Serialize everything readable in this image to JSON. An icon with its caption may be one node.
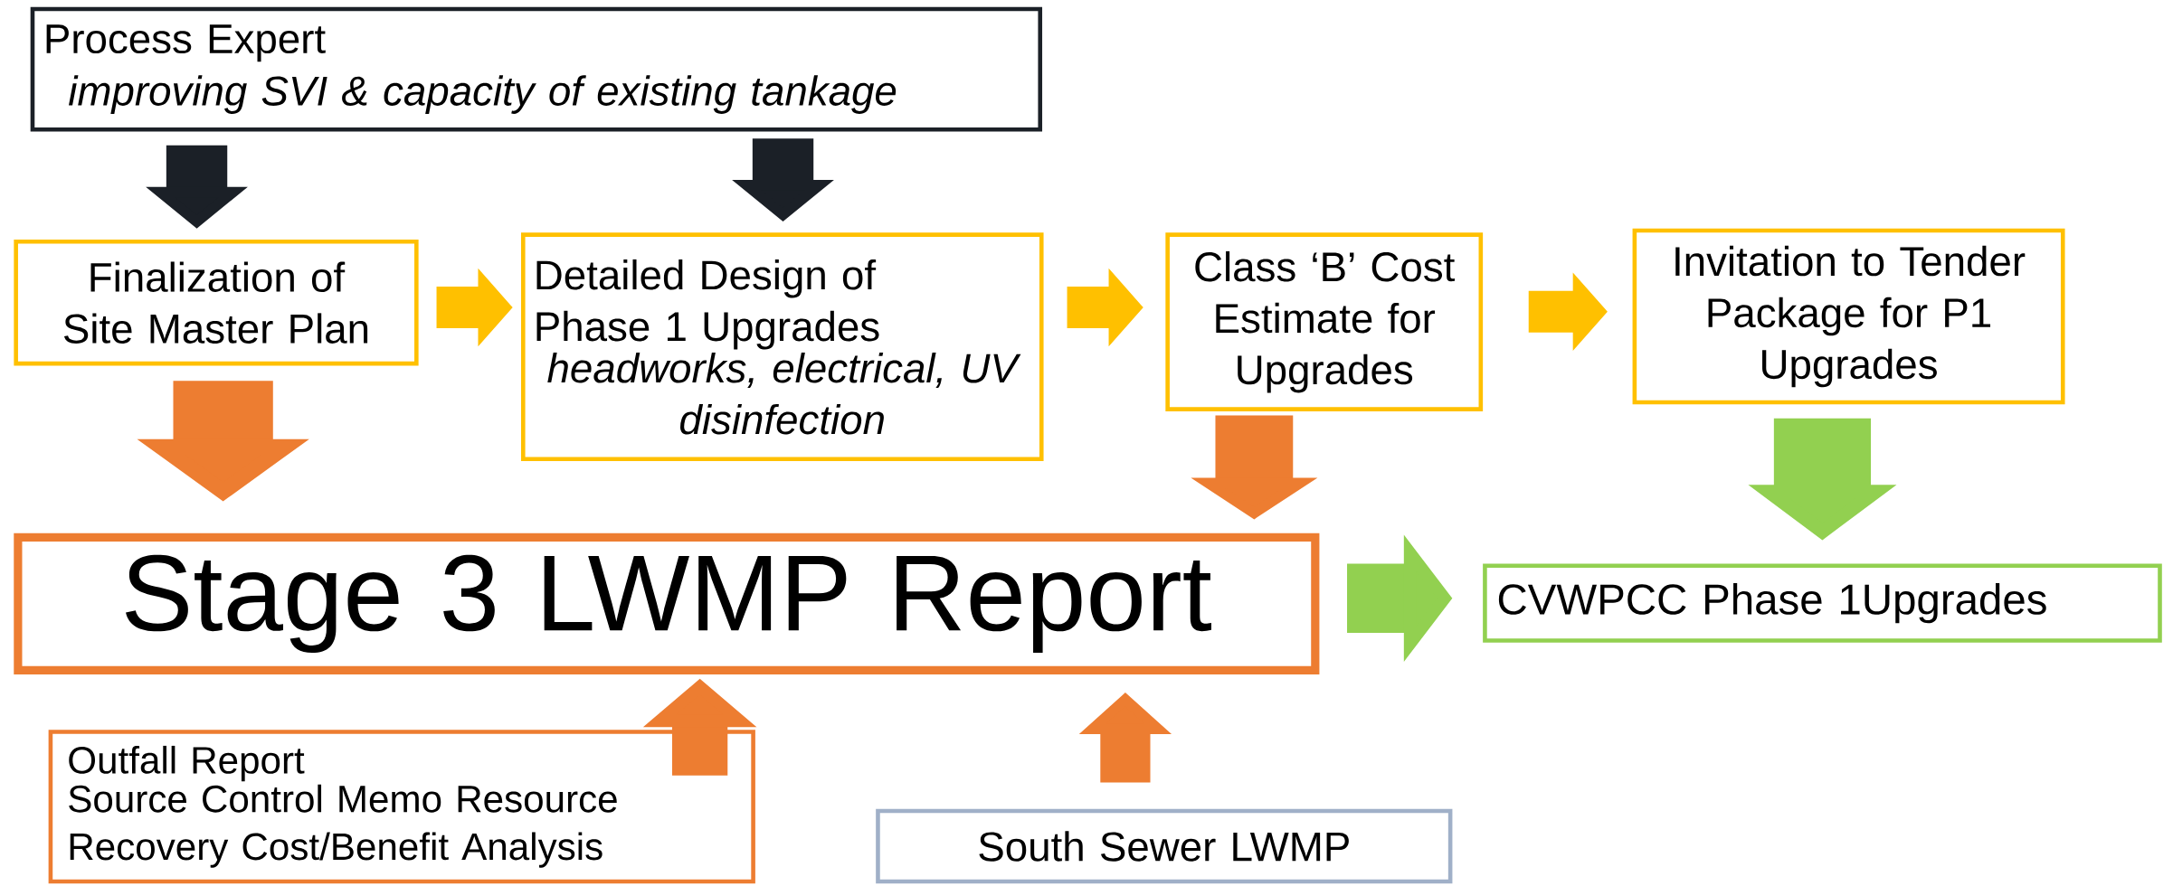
{
  "diagram": {
    "nodes": [
      {
        "text": [
          "Process Expert",
          "*improving SVI & capacity of existing tankage*"
        ]
      },
      {
        "text": [
          "Finalization of Site Master Plan"
        ]
      },
      {
        "text": [
          "Detailed Design of Phase 1 Upgrades",
          "*headworks, electrical, UV disinfection*"
        ]
      },
      {
        "text": [
          "Class ‘B’ Cost Estimate for Upgrades"
        ]
      },
      {
        "text": [
          "Invitation to Tender Package for P1 Upgrades"
        ]
      },
      {
        "text": [
          "Stage 3 LWMP Report"
        ]
      },
      {
        "text": [
          "CVWPCC Phase 1Upgrades"
        ]
      },
      {
        "text": [
          "Outfall Report",
          "Source Control Memo",
          "Resource Recovery Cost/Benefit Analysis"
        ]
      },
      {
        "text": [
          "South Sewer LWMP"
        ]
      }
    ],
    "edges": [
      {
        "from": 0,
        "to": 1,
        "arrow": "to",
        "color": "#1b2027"
      },
      {
        "from": 0,
        "to": 2,
        "arrow": "to",
        "color": "#1b2027"
      },
      {
        "from": 1,
        "to": 2,
        "arrow": "to",
        "color": "#ffc000"
      },
      {
        "from": 2,
        "to": 3,
        "arrow": "to",
        "color": "#ffc000"
      },
      {
        "from": 3,
        "to": 4,
        "arrow": "to",
        "color": "#ffc000"
      },
      {
        "from": 1,
        "to": 5,
        "arrow": "to",
        "color": "#ed7d31"
      },
      {
        "from": 3,
        "to": 5,
        "arrow": "to",
        "color": "#ed7d31"
      },
      {
        "from": 4,
        "to": 6,
        "arrow": "to",
        "color": "#92d050"
      },
      {
        "from": 5,
        "to": 6,
        "arrow": "to",
        "color": "#92d050"
      },
      {
        "from": 7,
        "to": 5,
        "arrow": "to",
        "color": "#ed7d31"
      },
      {
        "from": 8,
        "to": 5,
        "arrow": "to",
        "color": "#ed7d31"
      }
    ]
  }
}
